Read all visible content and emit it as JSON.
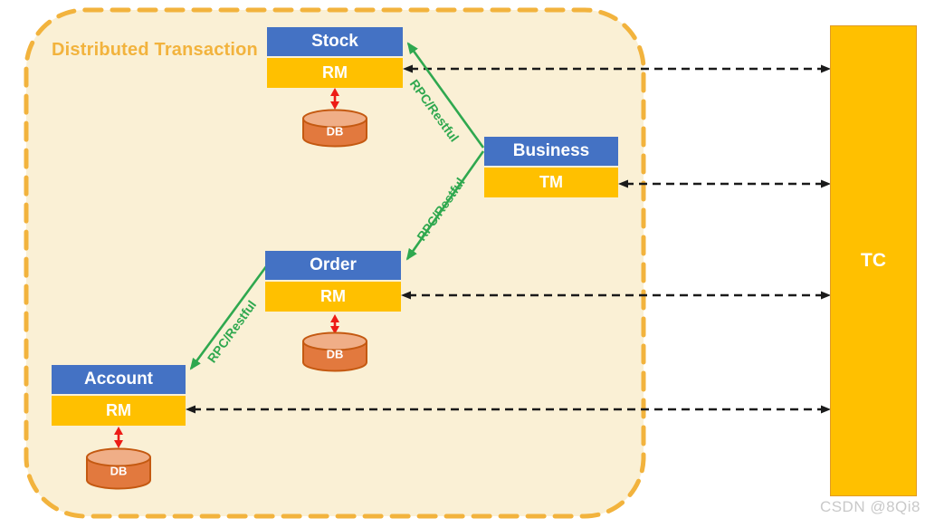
{
  "diagram": {
    "title": "Distributed Transaction",
    "services": [
      {
        "name": "Stock",
        "component": "RM",
        "db": "DB"
      },
      {
        "name": "Business",
        "component": "TM"
      },
      {
        "name": "Order",
        "component": "RM",
        "db": "DB"
      },
      {
        "name": "Account",
        "component": "RM",
        "db": "DB"
      }
    ],
    "coordinator": {
      "label": "TC"
    },
    "connections": {
      "rpc_label": "RPC/Restful"
    },
    "watermark": "CSDN @8Qi8",
    "colors": {
      "service_header_blue": "#4472C4",
      "component_gold": "#FFC000",
      "coordinator_gold": "#FFC000",
      "container_fill": "#FAF0D5",
      "container_border": "#F2B33D",
      "rpc_green": "#2FA84F",
      "db_link_red": "#ED1C16",
      "tc_link_black": "#1A1A1A",
      "db_body_orange": "#E2793E",
      "db_top_orange": "#F0AE87",
      "db_border": "#C45911",
      "title_color": "#F2B33D",
      "watermark_gray": "#C9C9C9"
    }
  }
}
